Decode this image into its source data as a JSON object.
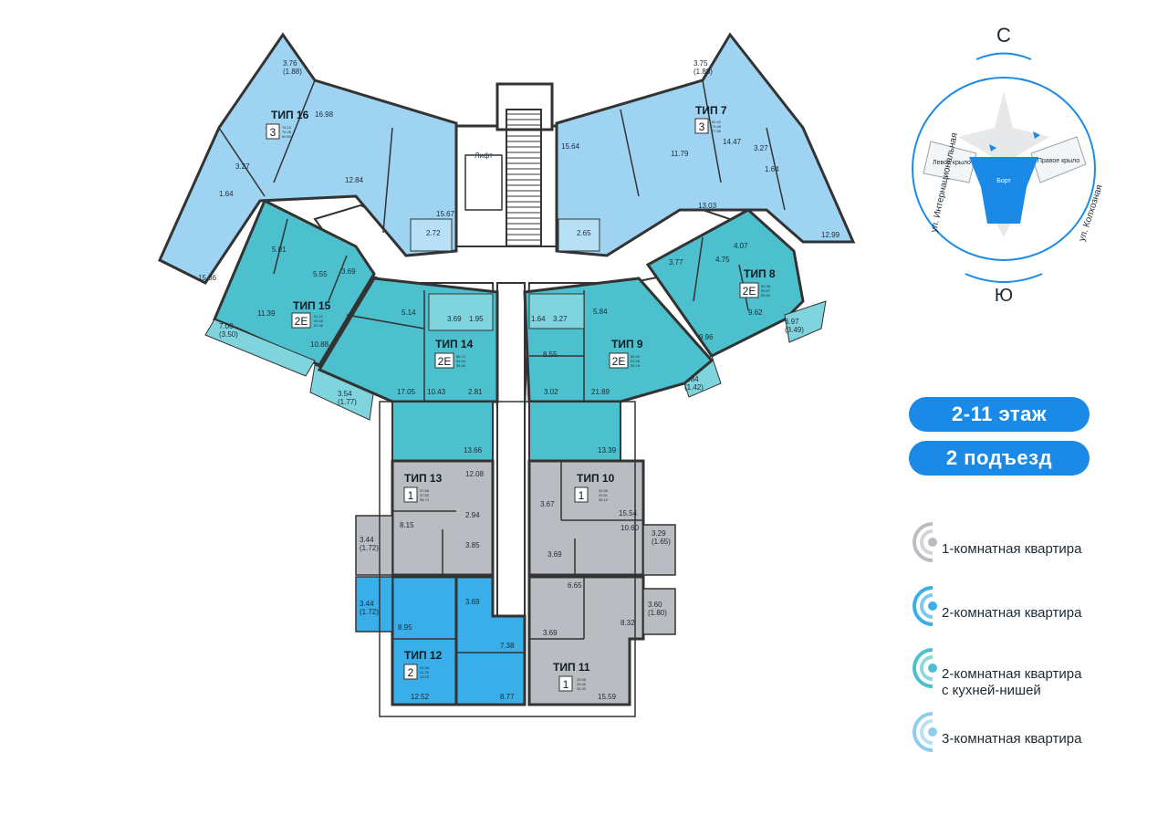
{
  "floor_badge": "2-11 этаж",
  "entrance_badge": "2 подъезд",
  "compass": {
    "north": "С",
    "south": "Ю",
    "street_left": "ул. Интернациональная",
    "street_right": "ул. Колхозная",
    "left_wing": "Левое крыло",
    "right_wing": "Правое крыло",
    "center": "Борт"
  },
  "elevator_label": "Лифт",
  "legend": [
    {
      "label_lines": [
        "1-комнатная квартира"
      ],
      "color": "#b9bcc0"
    },
    {
      "label_lines": [
        "2-комнатная квартира"
      ],
      "color": "#3aaee8"
    },
    {
      "label_lines": [
        "2-комнатная квартира",
        "с кухней-нишей"
      ],
      "color": "#4cc0cc"
    },
    {
      "label_lines": [
        "3-комнатная квартира"
      ],
      "color": "#8fcdf0"
    }
  ],
  "apartments": [
    {
      "type": "ТИП 16",
      "rooms": "3",
      "areas": [
        "78.10",
        "76.46",
        "80.60"
      ]
    },
    {
      "type": "ТИП 7",
      "rooms": "3",
      "areas": [
        "80.42",
        "75.48",
        "77.56"
      ]
    },
    {
      "type": "ТИП 15",
      "rooms": "2E",
      "areas": [
        "51.21",
        "49.46",
        "52.96"
      ]
    },
    {
      "type": "ТИП 8",
      "rooms": "2E",
      "areas": [
        "52.48",
        "50.97",
        "55.60"
      ]
    },
    {
      "type": "ТИП 14",
      "rooms": "2E",
      "areas": [
        "56.71",
        "54.94",
        "56.50"
      ]
    },
    {
      "type": "ТИП 9",
      "rooms": "2E",
      "areas": [
        "50.49",
        "53.26",
        "55.18"
      ]
    },
    {
      "type": "ТИП 13",
      "rooms": "1",
      "areas": [
        "37.86",
        "37.50",
        "38.74"
      ]
    },
    {
      "type": "ТИП 10",
      "rooms": "1",
      "areas": [
        "32.66",
        "33.51",
        "35.10"
      ]
    },
    {
      "type": "ТИП 12",
      "rooms": "2",
      "areas": [
        "41.48",
        "41.76",
        "43.20"
      ]
    },
    {
      "type": "ТИП 11",
      "rooms": "1",
      "areas": [
        "33.56",
        "34.66",
        "34.30"
      ]
    }
  ],
  "room_areas": {
    "t16": [
      "3.76",
      "(1.88)",
      "16.98",
      "3.27",
      "1.64",
      "12.84",
      "15.67",
      "2.72",
      "15.36"
    ],
    "t7": [
      "3.75",
      "(1.88)",
      "15.64",
      "11.79",
      "14.47",
      "3.27",
      "1.64",
      "13.03",
      "2.65",
      "12.99"
    ],
    "t15": [
      "5.01",
      "5.55",
      "3.69",
      "11.39",
      "10.88",
      "7.00",
      "(3.50)",
      "3.54",
      "(1.77)"
    ],
    "t8": [
      "4.07",
      "3.77",
      "4.75",
      "9.62",
      "9.96",
      "6.97",
      "(3.49)",
      "2.84",
      "(1.42)"
    ],
    "t14": [
      "5.14",
      "3.69",
      "1.95",
      "17.05",
      "10.43",
      "2.81",
      "13.66"
    ],
    "t9": [
      "1.64",
      "3.27",
      "5.84",
      "8.55",
      "3.02",
      "21.89",
      "13.39"
    ],
    "t13": [
      "12.08",
      "8.15",
      "2.94",
      "3.85",
      "3.44",
      "(1.72)"
    ],
    "t10": [
      "3.67",
      "15.54",
      "10.60",
      "3.69",
      "3.29",
      "(1.65)"
    ],
    "t12": [
      "3.44",
      "(1.72)",
      "3.69",
      "8.95",
      "7.38",
      "12.52",
      "8.77"
    ],
    "t11": [
      "6.65",
      "3.69",
      "8.32",
      "3.60",
      "(1.80)",
      "15.59"
    ]
  }
}
